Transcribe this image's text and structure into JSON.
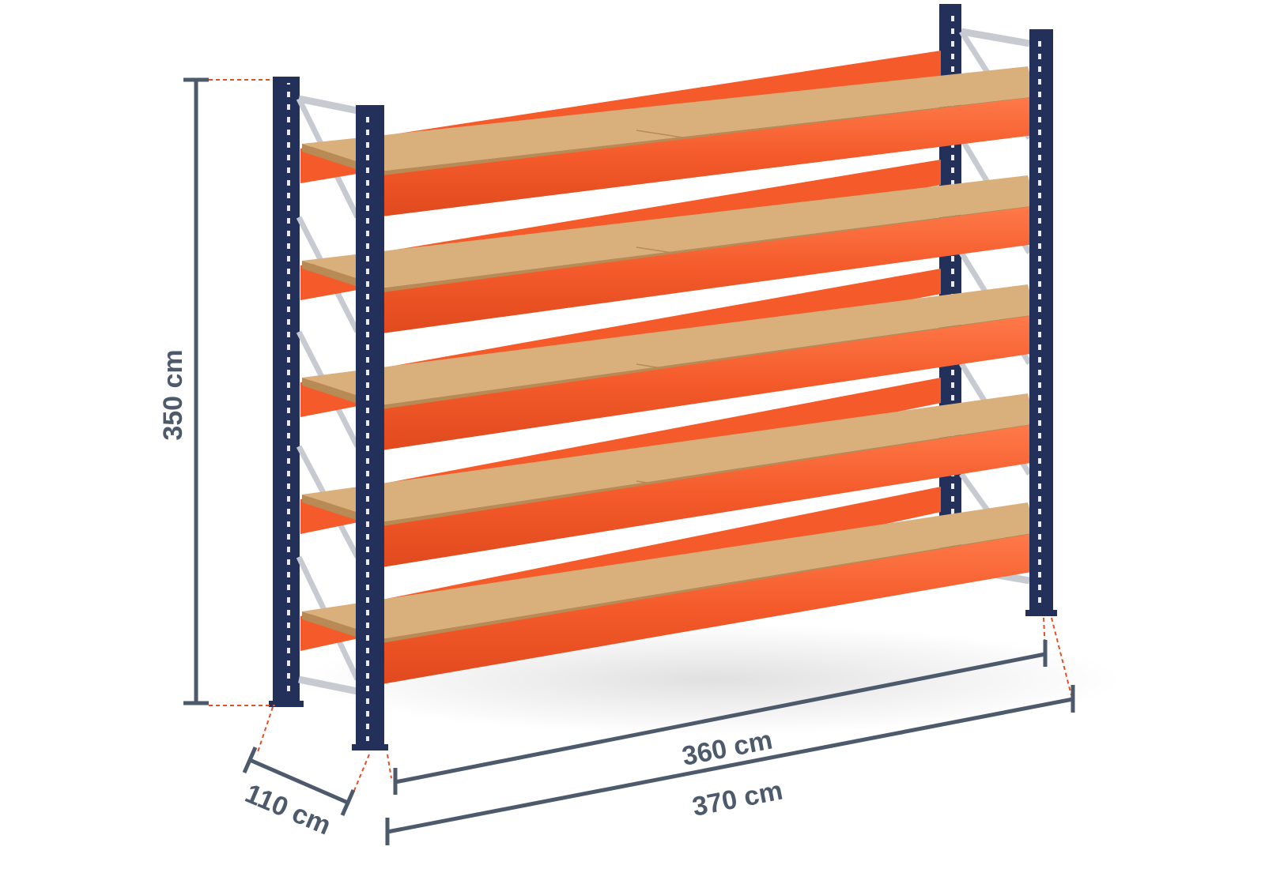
{
  "dimensions": {
    "height": "350 cm",
    "inner_length": "360 cm",
    "outer_length": "370 cm",
    "depth": "110 cm"
  },
  "levels": 5,
  "colors": {
    "upright": "#22305a",
    "beam": "#f45a2a",
    "beam_light": "#ff7a4a",
    "board": "#d9b07c",
    "board_edge": "#b88a55",
    "brace": "#c7cbd1",
    "dimension": "#4d5a6b",
    "guide": "#e0502a"
  }
}
